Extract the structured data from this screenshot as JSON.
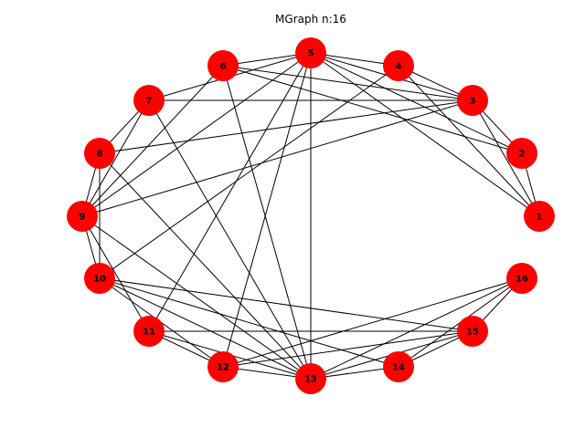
{
  "title": "MGraph n:16",
  "colors": {
    "node_fill": "#ff0000",
    "edge_stroke": "#000000",
    "label": "#000000",
    "background": "#ffffff"
  },
  "nodes": [
    "1",
    "2",
    "3",
    "4",
    "5",
    "6",
    "7",
    "8",
    "9",
    "10",
    "11",
    "12",
    "13",
    "14",
    "15",
    "16"
  ],
  "edges": [
    [
      "1",
      "2"
    ],
    [
      "1",
      "3"
    ],
    [
      "1",
      "4"
    ],
    [
      "1",
      "5"
    ],
    [
      "2",
      "3"
    ],
    [
      "2",
      "5"
    ],
    [
      "2",
      "6"
    ],
    [
      "3",
      "4"
    ],
    [
      "3",
      "5"
    ],
    [
      "3",
      "6"
    ],
    [
      "3",
      "7"
    ],
    [
      "3",
      "8"
    ],
    [
      "3",
      "9"
    ],
    [
      "4",
      "5"
    ],
    [
      "4",
      "10"
    ],
    [
      "5",
      "6"
    ],
    [
      "5",
      "7"
    ],
    [
      "5",
      "9"
    ],
    [
      "5",
      "11"
    ],
    [
      "5",
      "12"
    ],
    [
      "5",
      "13"
    ],
    [
      "6",
      "9"
    ],
    [
      "6",
      "13"
    ],
    [
      "7",
      "8"
    ],
    [
      "7",
      "9"
    ],
    [
      "7",
      "13"
    ],
    [
      "8",
      "9"
    ],
    [
      "8",
      "10"
    ],
    [
      "8",
      "13"
    ],
    [
      "9",
      "10"
    ],
    [
      "9",
      "11"
    ],
    [
      "9",
      "13"
    ],
    [
      "10",
      "12"
    ],
    [
      "10",
      "13"
    ],
    [
      "10",
      "14"
    ],
    [
      "10",
      "15"
    ],
    [
      "11",
      "12"
    ],
    [
      "11",
      "13"
    ],
    [
      "11",
      "15"
    ],
    [
      "12",
      "13"
    ],
    [
      "12",
      "15"
    ],
    [
      "12",
      "16"
    ],
    [
      "13",
      "14"
    ],
    [
      "13",
      "15"
    ],
    [
      "13",
      "16"
    ],
    [
      "14",
      "15"
    ],
    [
      "14",
      "16"
    ],
    [
      "15",
      "16"
    ]
  ]
}
